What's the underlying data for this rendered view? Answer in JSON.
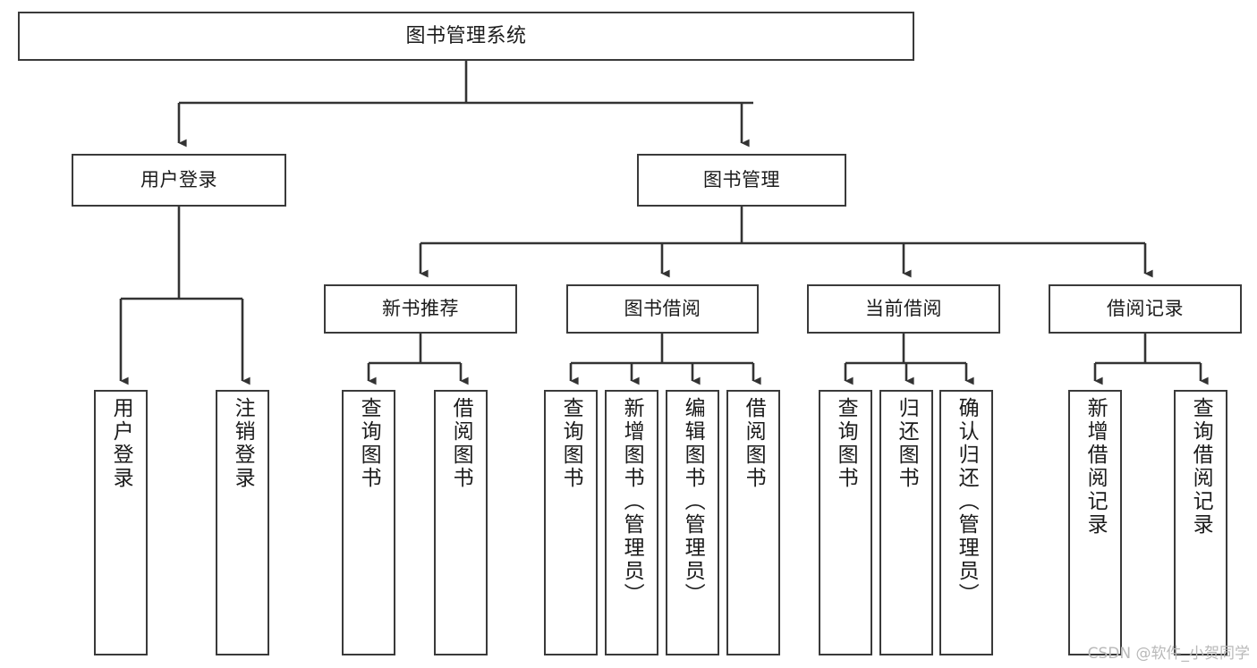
{
  "diagram": {
    "title": "图书管理系统",
    "type": "tree",
    "orientation": "top-down",
    "colors": {
      "box_border": "#3a3a3a",
      "box_fill": "#ffffff",
      "connector": "#333333",
      "text": "#1b1b1b",
      "watermark": "#b9b9b9"
    }
  },
  "nodes": {
    "root": {
      "label": "图书管理系统"
    },
    "level2": [
      {
        "label": "用户登录"
      },
      {
        "label": "图书管理"
      }
    ],
    "level3": [
      {
        "label": "新书推荐"
      },
      {
        "label": "图书借阅"
      },
      {
        "label": "当前借阅"
      },
      {
        "label": "借阅记录"
      }
    ],
    "leaves": {
      "user_login": [
        {
          "label": "用户登录"
        },
        {
          "label": "注销登录"
        }
      ],
      "new_book_recommend": [
        {
          "label": "查询图书"
        },
        {
          "label": "借阅图书"
        }
      ],
      "book_borrow": [
        {
          "label": "查询图书"
        },
        {
          "label": "新增图书（管理员）"
        },
        {
          "label": "编辑图书（管理员）"
        },
        {
          "label": "借阅图书"
        }
      ],
      "current_borrow": [
        {
          "label": "查询图书"
        },
        {
          "label": "归还图书"
        },
        {
          "label": "确认归还（管理员）"
        }
      ],
      "borrow_record": [
        {
          "label": "新增借阅记录"
        },
        {
          "label": "查询借阅记录"
        }
      ]
    }
  },
  "watermark": {
    "text": "CSDN @软件_小贺同学"
  }
}
